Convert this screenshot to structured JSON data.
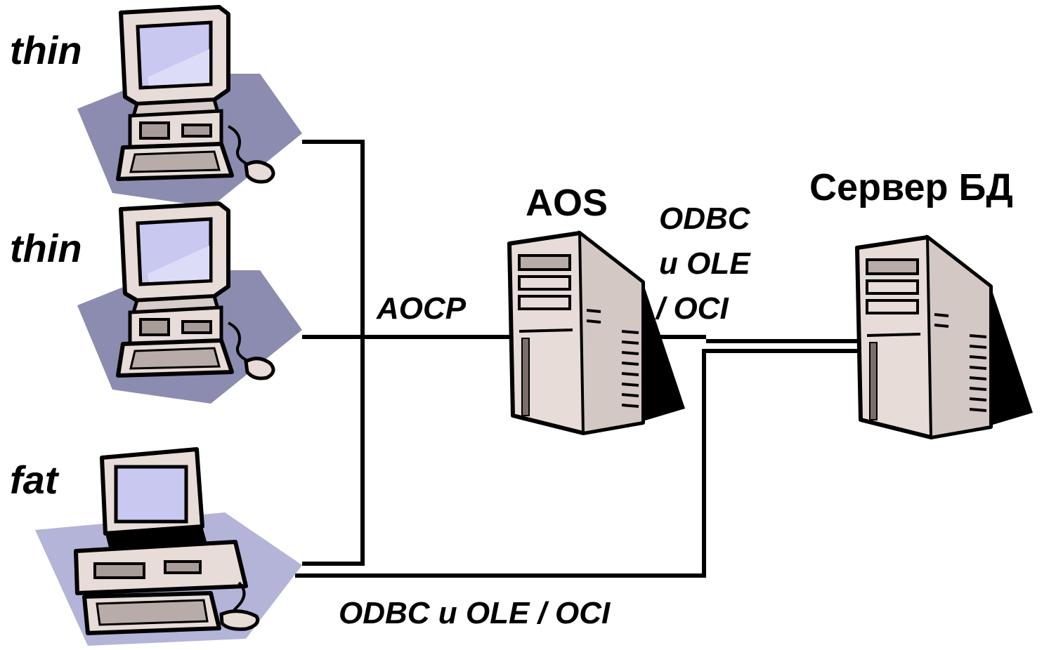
{
  "clients": [
    {
      "label": "thin",
      "icon": "thin-client-workstation-icon"
    },
    {
      "label": "thin",
      "icon": "thin-client-workstation-icon"
    },
    {
      "label": "fat",
      "icon": "fat-client-workstation-icon"
    }
  ],
  "aos": {
    "label": "AOS",
    "icon": "server-tower-icon"
  },
  "db_server": {
    "label": "Сервер БД",
    "icon": "server-tower-icon"
  },
  "protocols": {
    "aocp": "AOCP",
    "aos_to_db": [
      "ODBC",
      "и OLE",
      "/ OCI"
    ],
    "fat_to_db": "ODBC и OLE / OCI"
  },
  "colors": {
    "shadow": "#8c8cb0",
    "shadow_light": "#b4b4d8",
    "case": "#e8dcd8",
    "screen": "#c8c8f0",
    "line": "#000000"
  }
}
